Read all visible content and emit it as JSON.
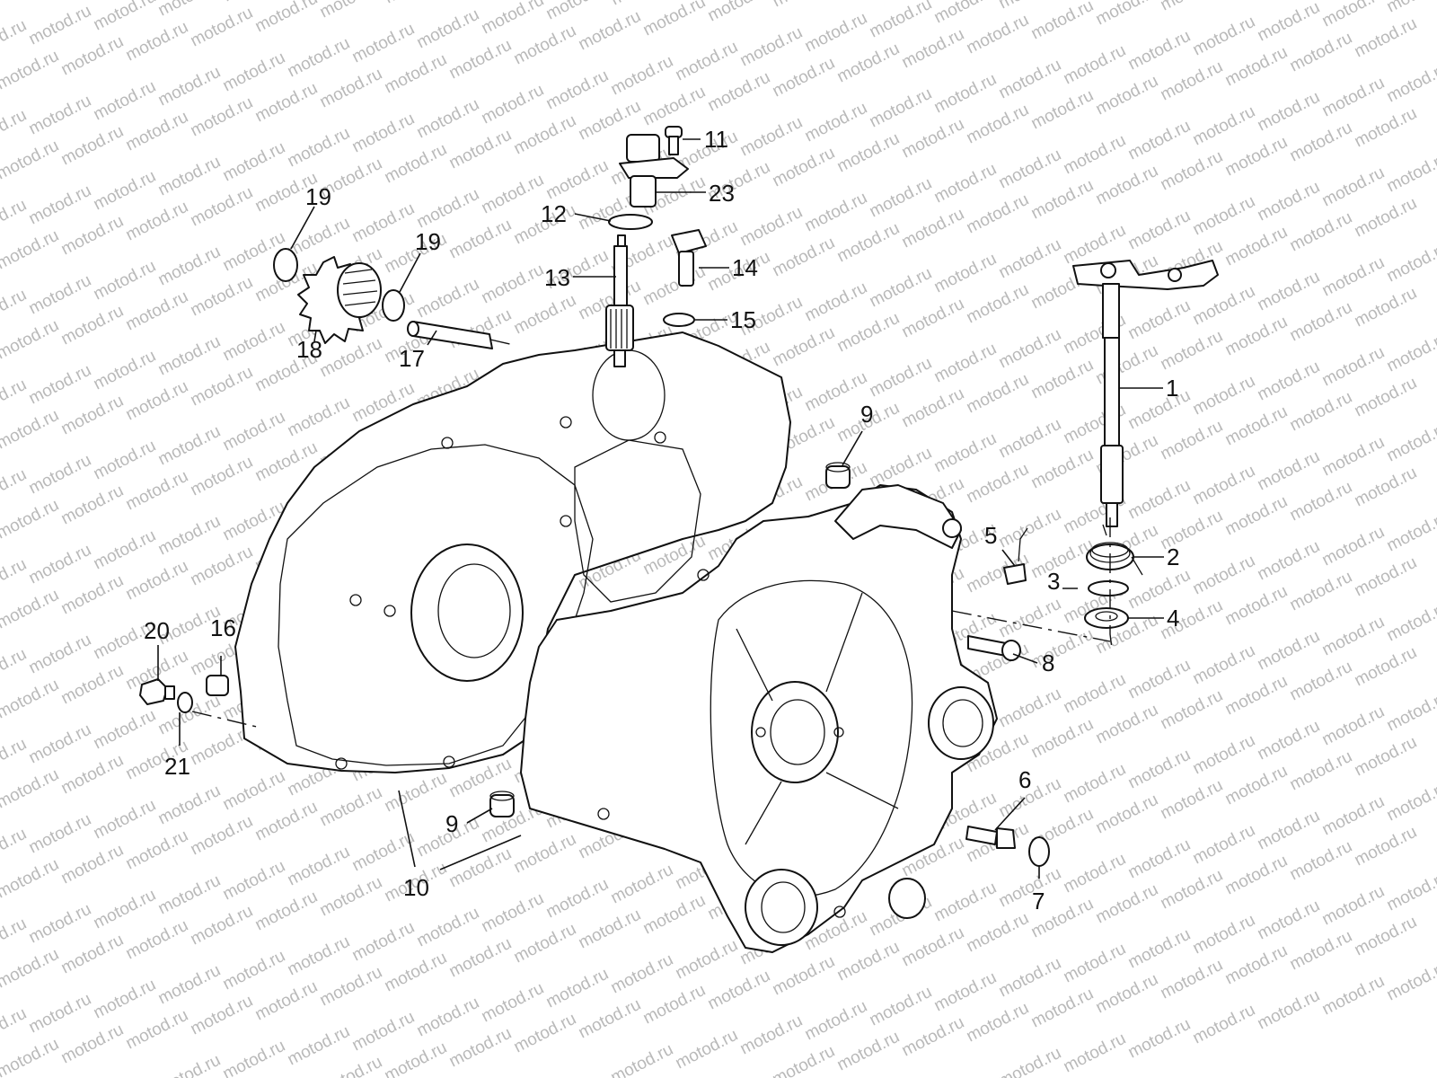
{
  "watermark": {
    "text": "motod.ru"
  },
  "colors": {
    "line": "#111111",
    "watermark": "#b9b9b9",
    "background": "#ffffff"
  },
  "diagram": {
    "callouts": [
      {
        "id": "c1",
        "label": "1"
      },
      {
        "id": "c2",
        "label": "2"
      },
      {
        "id": "c3",
        "label": "3"
      },
      {
        "id": "c4",
        "label": "4"
      },
      {
        "id": "c5",
        "label": "5"
      },
      {
        "id": "c6",
        "label": "6"
      },
      {
        "id": "c7",
        "label": "7"
      },
      {
        "id": "c8",
        "label": "8"
      },
      {
        "id": "c9a",
        "label": "9"
      },
      {
        "id": "c9b",
        "label": "9"
      },
      {
        "id": "c10",
        "label": "10"
      },
      {
        "id": "c11",
        "label": "11"
      },
      {
        "id": "c12",
        "label": "12"
      },
      {
        "id": "c13",
        "label": "13"
      },
      {
        "id": "c14",
        "label": "14"
      },
      {
        "id": "c15",
        "label": "15"
      },
      {
        "id": "c16",
        "label": "16"
      },
      {
        "id": "c17",
        "label": "17"
      },
      {
        "id": "c18",
        "label": "18"
      },
      {
        "id": "c19a",
        "label": "19"
      },
      {
        "id": "c19b",
        "label": "19"
      },
      {
        "id": "c20",
        "label": "20"
      },
      {
        "id": "c21",
        "label": "21"
      },
      {
        "id": "c23",
        "label": "23"
      }
    ]
  }
}
